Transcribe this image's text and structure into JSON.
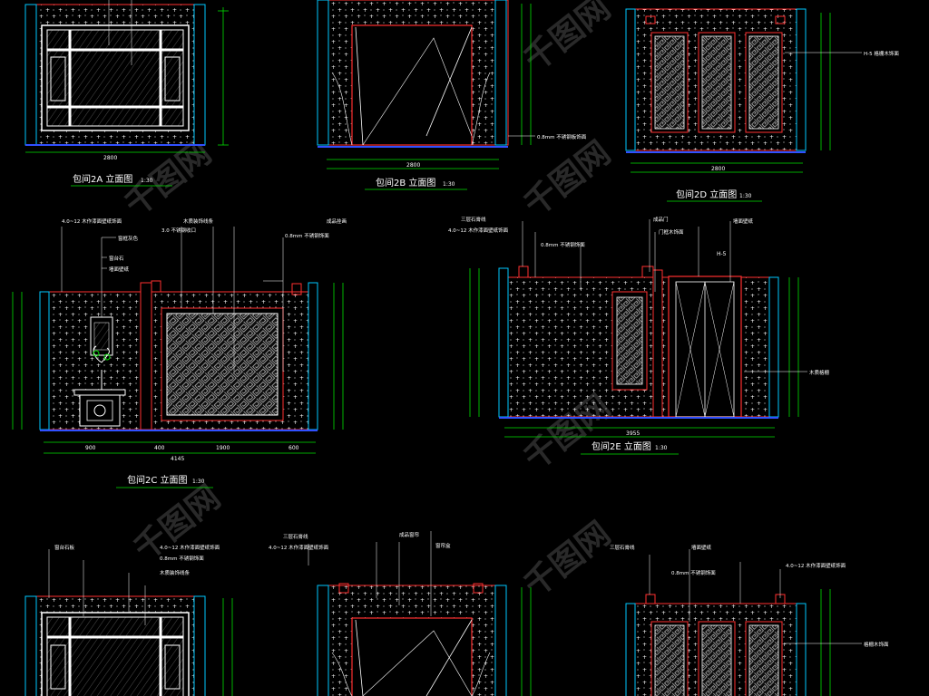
{
  "colors": {
    "background": "#000000",
    "wall_outline": "#ff3030",
    "dimension": "#00e000",
    "column": "#00c8ff",
    "floor": "#3050ff",
    "linework": "#ffffff",
    "leader": "#ffffff"
  },
  "watermark": "千图网",
  "drawings": {
    "elev_2a": {
      "title": "包间2A 立面图",
      "scale": "1:30",
      "dim_total": "2800"
    },
    "elev_2b": {
      "title": "包间2B 立面图",
      "scale": "1:30",
      "dim_total": "2800",
      "note": "0.8mm 不锈钢板饰面"
    },
    "elev_2d": {
      "title": "包间2D 立面图",
      "scale": "1:30",
      "dim_total": "2800",
      "note": "H-5 格栅木饰面"
    },
    "elev_2c": {
      "title": "包间2C 立面图",
      "scale": "1:30",
      "dim_total": "4145",
      "dim_segments": [
        "900",
        "400",
        "1900",
        "600"
      ],
      "notes": [
        "4.0~12 木作漆面壁纸饰面",
        "窗框灰色",
        "窗台石",
        "墙面壁纸",
        "3.0 不锈钢收口",
        "木质装饰线条",
        "0.8mm 不锈钢饰面",
        "成品挂画"
      ]
    },
    "elev_2e": {
      "title": "包间2E 立面图",
      "scale": "1:30",
      "dim_total": "3955",
      "door_tag": "H-5",
      "notes": [
        "三层石膏线",
        "4.0~12 木作漆面壁纸饰面",
        "0.8mm 不锈钢饰面",
        "成品门",
        "门框木饰面",
        "墙面壁纸",
        "木质格栅"
      ]
    },
    "elev_2f": {
      "notes": [
        "窗台石板",
        "4.0~12 木作漆面壁纸饰面",
        "0.8mm 不锈钢饰面",
        "木质装饰线条"
      ]
    },
    "elev_2g": {
      "notes": [
        "三层石膏线",
        "4.0~12 木作漆面壁纸饰面",
        "成品窗帘",
        "窗帘盒"
      ]
    },
    "elev_2h": {
      "notes": [
        "三层石膏线",
        "墙面壁纸",
        "0.8mm 不锈钢饰面",
        "4.0~12 木作漆面壁纸饰面",
        "格栅木饰面"
      ]
    }
  }
}
